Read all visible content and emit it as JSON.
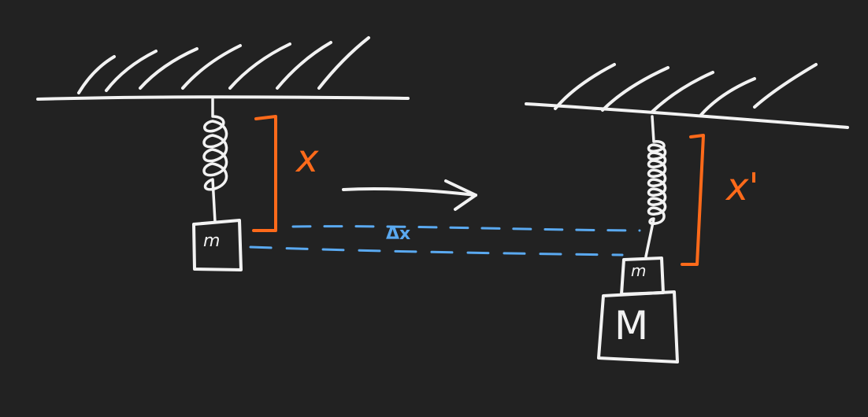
{
  "colors": {
    "background": "#222222",
    "ink": "#f2f2f2",
    "measure": "#ff6a1a",
    "displacement": "#5aa9f0"
  },
  "labels": {
    "extension_initial": "x",
    "extension_final": "x'",
    "displacement": "Δx",
    "mass_small_left": "m",
    "mass_small_right": "m",
    "mass_large": "M"
  }
}
